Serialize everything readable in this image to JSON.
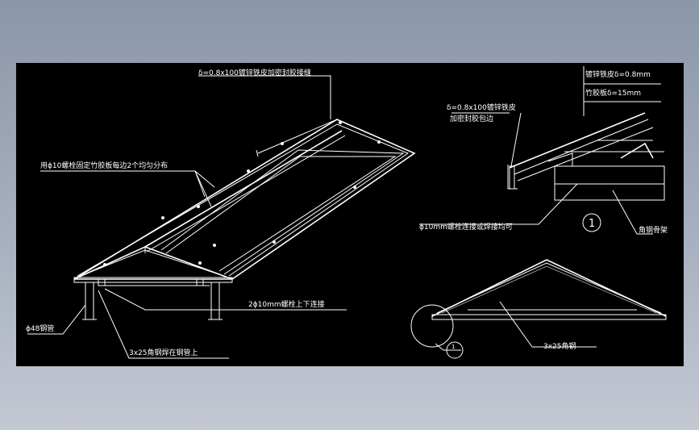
{
  "labels": {
    "top_spec": "δ=0.8x100镀锌铁皮加密封胶接缝",
    "bolt_fix": "用ϕ10螺栓固定竹胶板每边2个均匀分布",
    "bolt_join": "2ϕ10mm螺栓上下连接",
    "pipe": "ϕ48钢管",
    "angle_weld": "3x25角钢焊在钢管上",
    "detail_sheet_line1": "δ=0.8x100镀锌铁皮",
    "detail_sheet_line2": "加密封胶包边",
    "galv_sheet": "镀锌铁皮δ=0.8mm",
    "bamboo_board": "竹胶板δ=15mm",
    "detail_bolt": "ϕ10mm螺栓连接或焊接均可",
    "angle_frame": "角钢骨架",
    "detail_number": "1",
    "section_angle": "3x25角钢",
    "callout_number": "1"
  }
}
